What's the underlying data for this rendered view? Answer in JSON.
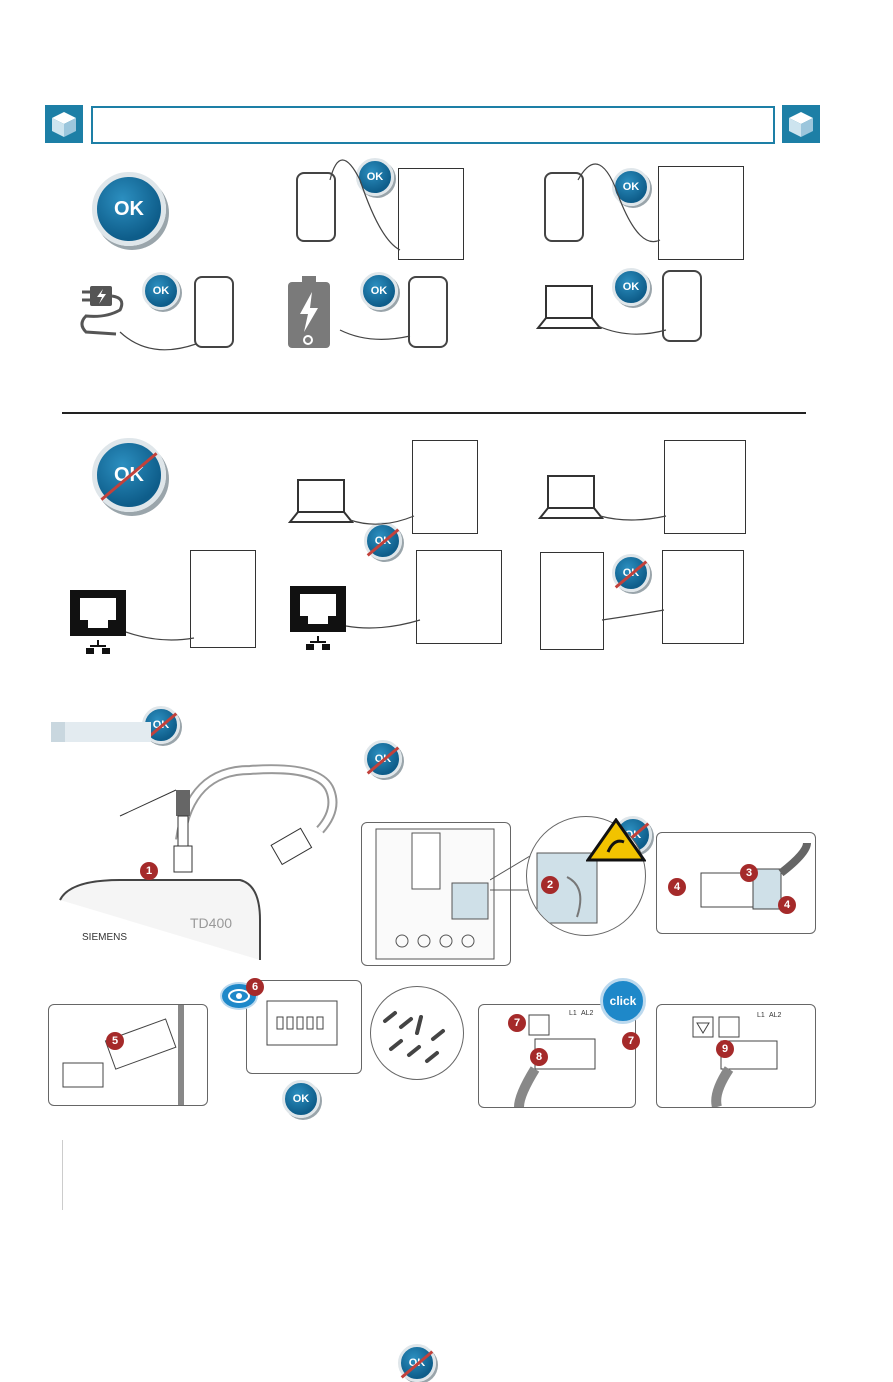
{
  "header": {
    "left_icon": "package-box-icon",
    "right_icon": "package-box-icon"
  },
  "ok_label": "OK",
  "click_label": "click",
  "brand_label": "SIEMENS",
  "device_model": "TD400",
  "terminal_labels": {
    "left": "L1",
    "right": "AL2"
  },
  "step_numbers": [
    "1",
    "2",
    "3",
    "4",
    "4",
    "5",
    "6",
    "7",
    "7",
    "8",
    "9"
  ],
  "colors": {
    "accent": "#1d7fa6",
    "ok_blue": "#0e5d8a",
    "badge_red": "#a52a2a",
    "click_blue": "#1e88c9",
    "esd_yellow": "#f2c300"
  }
}
